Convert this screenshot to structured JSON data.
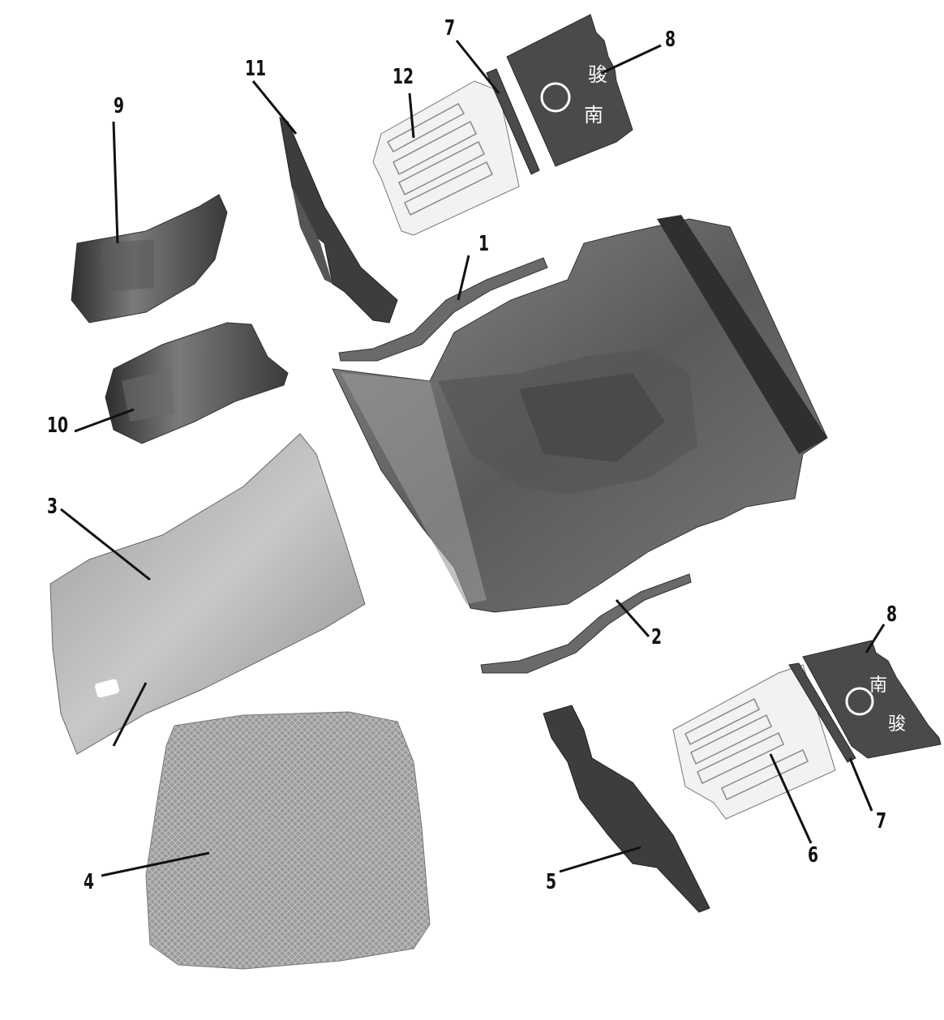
{
  "diagram": {
    "type": "exploded-parts-diagram",
    "subject": "vehicle floor panel assembly",
    "callouts": [
      {
        "id": "1",
        "text": "1",
        "part": "floor cross rail (front)"
      },
      {
        "id": "2",
        "text": "2",
        "part": "floor cross rail (rear)"
      },
      {
        "id": "3",
        "text": "3",
        "part": "floor mat (large)"
      },
      {
        "id": "4",
        "text": "4",
        "part": "insulation pad (foil)"
      },
      {
        "id": "5",
        "text": "5",
        "part": "side trim bracket (right)"
      },
      {
        "id": "6",
        "text": "6",
        "part": "step plate (right)"
      },
      {
        "id": "7a",
        "text": "7",
        "part": "retaining strip (left)"
      },
      {
        "id": "7b",
        "text": "7",
        "part": "retaining strip (right)"
      },
      {
        "id": "8a",
        "text": "8",
        "part": "mud flap (left)"
      },
      {
        "id": "8b",
        "text": "8",
        "part": "mud flap (right)"
      },
      {
        "id": "9",
        "text": "9",
        "part": "wheelhouse liner (upper)"
      },
      {
        "id": "10",
        "text": "10",
        "part": "wheelhouse liner (lower)"
      },
      {
        "id": "11",
        "text": "11",
        "part": "side trim bracket (left)"
      },
      {
        "id": "12",
        "text": "12",
        "part": "step plate (left)"
      }
    ],
    "mudflap_text": [
      "南",
      "骏"
    ],
    "colors": {
      "background": "#ffffff",
      "dark_part": "#3a3a3a",
      "mid_part": "#6e6e6e",
      "light_part": "#bdbdbd",
      "outline": "#555555",
      "label": "#111111"
    }
  }
}
